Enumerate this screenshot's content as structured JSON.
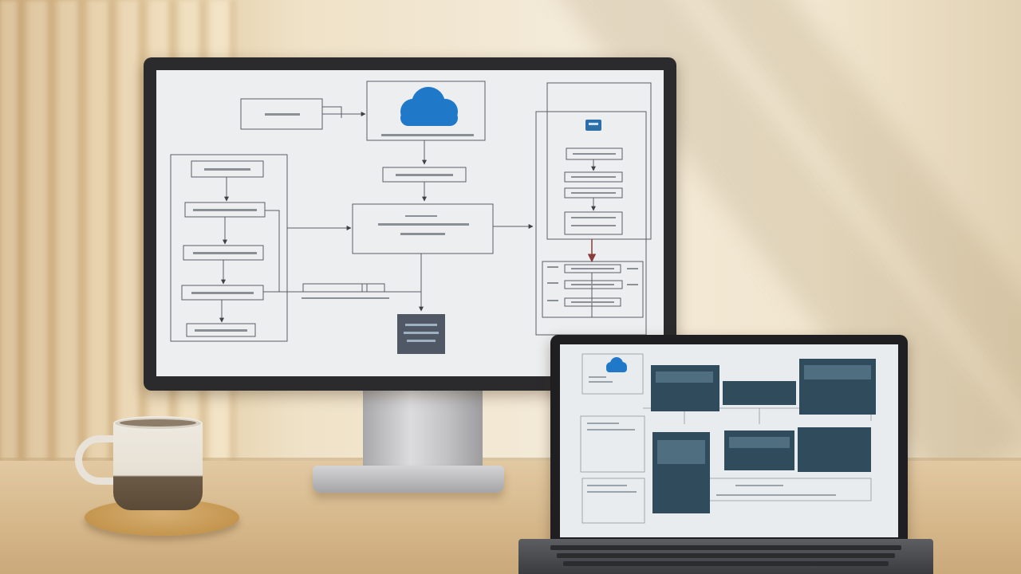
{
  "scene": {
    "objects": [
      "desktop-monitor",
      "laptop",
      "coffee-mug",
      "cork-coaster",
      "wooden-desk",
      "window-curtain"
    ],
    "colors": {
      "wall": "#f1e6cf",
      "desk": "#d8bb8f",
      "bezel": "#2b2b2d",
      "cloud_icon": "#1f78c8",
      "diagram_line": "#4a4f55",
      "arrow_accent": "#8a3b3b",
      "dark_node": "#4f5864",
      "laptop_panel": "#2f4b5c"
    }
  },
  "monitor": {
    "content": "architecture-flow-diagram",
    "icons": [
      "cloud-icon",
      "app-icon"
    ]
  },
  "laptop": {
    "content": "dashboard-with-image-panels",
    "icons": [
      "cloud-icon"
    ]
  }
}
